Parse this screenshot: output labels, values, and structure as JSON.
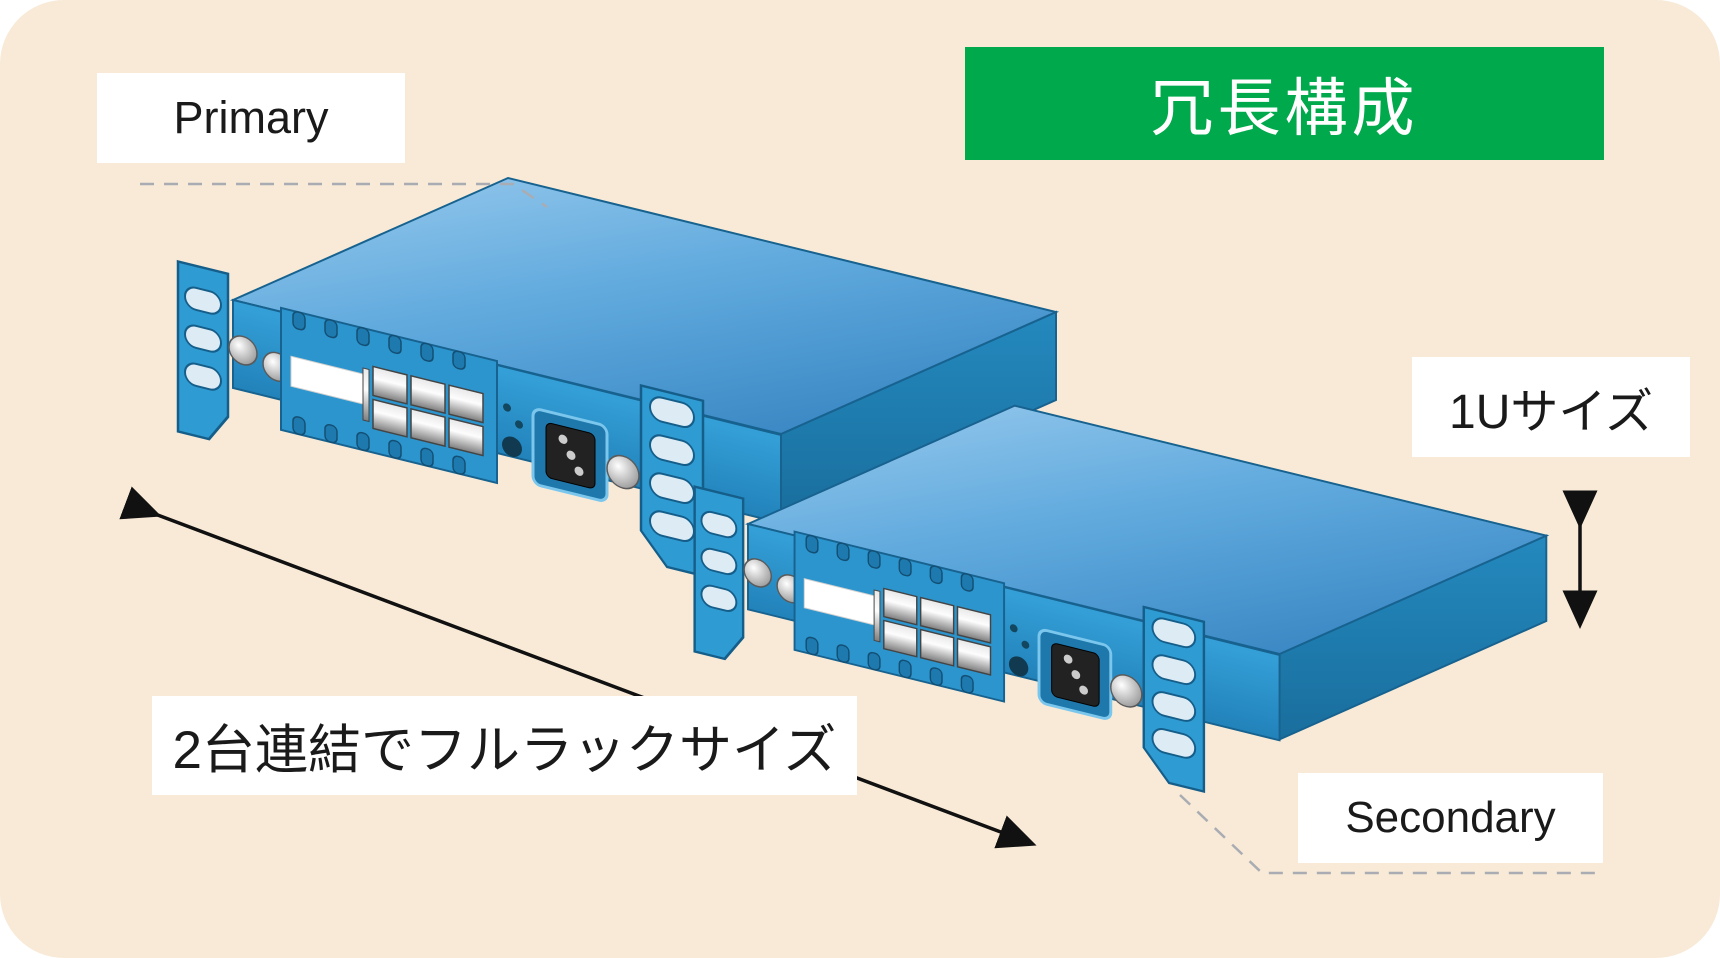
{
  "banner": {
    "title": "冗長構成",
    "bg_color": "#00A94C",
    "text_color": "#ffffff"
  },
  "labels": {
    "primary": "Primary",
    "secondary": "Secondary",
    "unit_height": "1Uサイズ",
    "combined_width": "2台連結でフルラックサイズ"
  },
  "diagram": {
    "description_units": [
      "primary-appliance",
      "secondary-appliance"
    ],
    "colors": {
      "panel_background": "#F8EAD7",
      "device_top": "#8EC4EA",
      "device_front": "#2E9AD4",
      "device_side": "#1A719F",
      "device_outline": "#17628F",
      "annotation_arrow": "#111111",
      "callout_dash": "#A9ACB2",
      "label_background": "#ffffff"
    }
  }
}
